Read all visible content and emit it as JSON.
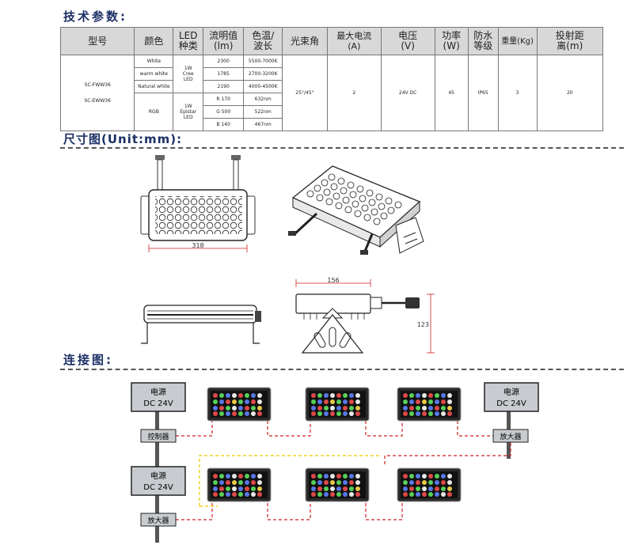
{
  "sections": {
    "specs_title": "技术参数:",
    "dimension_title": "尺寸图(Unit:mm):",
    "wiring_title": "连接图:"
  },
  "table": {
    "headers": [
      "型号",
      "颜色",
      "LED\n种类",
      "流明值\n(lm)",
      "色温/\n波长",
      "光束角",
      "最大电流\n(A)",
      "电压\n(V)",
      "功率\n(W)",
      "防水\n等级",
      "重量(Kg)",
      "投射距\n离(m)"
    ],
    "models": [
      "SC-FWW36",
      "SC-EWW36"
    ],
    "rows": [
      {
        "color": "White",
        "lumen": "2300",
        "cct": "5500-7000K"
      },
      {
        "color": "warm white",
        "lumen": "1785",
        "cct": "2700-3200K"
      },
      {
        "color": "Natural white",
        "lumen": "2190",
        "cct": "4000-4500K"
      },
      {
        "color": "RGB",
        "lumen": "R  170",
        "cct": "632nm"
      },
      {
        "color": "",
        "lumen": "G  500",
        "cct": "522nm"
      },
      {
        "color": "",
        "lumen": "B  140",
        "cct": "467nm"
      }
    ],
    "led_type_1": "1W\nCree\nLED",
    "led_type_2": "1W\nEpistar\nLED",
    "beam_angle": "25°/45°",
    "max_current": "2",
    "voltage": "24V DC",
    "power": "45",
    "ip_rating": "IP65",
    "weight": "3",
    "throw_distance": "20"
  },
  "dimensions": {
    "width_label": "318",
    "side_width_label": "156",
    "side_height_label": "123"
  },
  "wiring": {
    "power_box_line1": "电源",
    "power_box_line2": "DC 24V",
    "controller_label": "控制器",
    "amplifier_label": "放大器"
  },
  "colors": {
    "title_color": "#1c2f66",
    "box_fill": "#c8ccd0",
    "dash_red": "#d02020",
    "dash_yellow": "#f0d020"
  }
}
